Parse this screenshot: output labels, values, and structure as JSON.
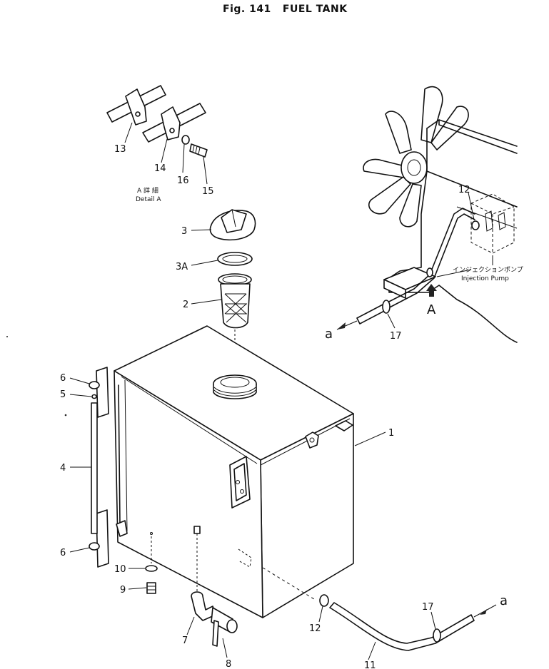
{
  "figure": {
    "title": "Fig. 141   FUEL TANK"
  },
  "detail": {
    "label_jp": "A 詳 細",
    "label_en": "Detail A"
  },
  "engine": {
    "pump_label_jp": "インジェクションポンプ",
    "pump_label_en": "Injection Pump",
    "view_arrow": "A"
  },
  "connections": {
    "a_top": "a",
    "a_bottom": "a"
  },
  "callouts": {
    "p1": "1",
    "p2": "2",
    "p3": "3",
    "p3a": "3A",
    "p4": "4",
    "p5": "5",
    "p6_top": "6",
    "p6_bottom": "6",
    "p7": "7",
    "p8": "8",
    "p9": "9",
    "p10": "10",
    "p11": "11",
    "p12_pump": "12",
    "p12_tank": "12",
    "p13": "13",
    "p14": "14",
    "p15": "15",
    "p16": "16",
    "p17_top": "17",
    "p17_bottom": "17"
  }
}
